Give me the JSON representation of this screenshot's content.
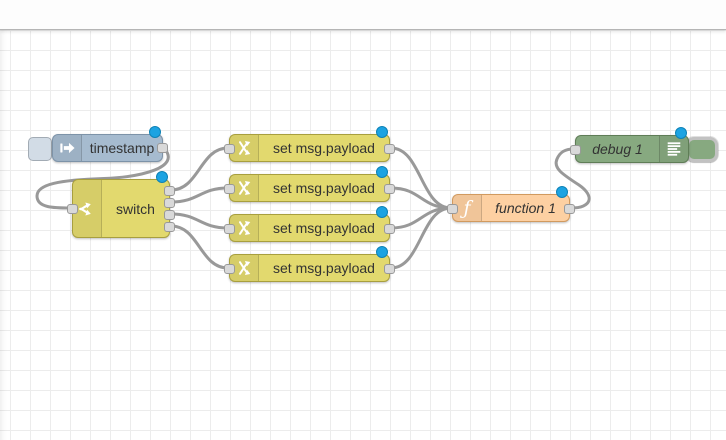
{
  "editor": {
    "kind": "flow-editor-workspace",
    "grid_visible": true
  },
  "nodes": [
    {
      "id": "inject",
      "type": "inject",
      "label": "timestamp",
      "color": "#a6bbcf",
      "icon": "inject-arrow-icon",
      "has_button": true,
      "inputs": 0,
      "outputs": 1,
      "changed": true
    },
    {
      "id": "switch",
      "type": "switch",
      "label": "switch",
      "color": "#e2d96e",
      "icon": "switch-fork-icon",
      "inputs": 1,
      "outputs": 4,
      "changed": true
    },
    {
      "id": "change1",
      "type": "change",
      "label": "set msg.payload",
      "color": "#e2d96e",
      "icon": "shuffle-icon",
      "inputs": 1,
      "outputs": 1,
      "changed": true
    },
    {
      "id": "change2",
      "type": "change",
      "label": "set msg.payload",
      "color": "#e2d96e",
      "icon": "shuffle-icon",
      "inputs": 1,
      "outputs": 1,
      "changed": true
    },
    {
      "id": "change3",
      "type": "change",
      "label": "set msg.payload",
      "color": "#e2d96e",
      "icon": "shuffle-icon",
      "inputs": 1,
      "outputs": 1,
      "changed": true
    },
    {
      "id": "change4",
      "type": "change",
      "label": "set msg.payload",
      "color": "#e2d96e",
      "icon": "shuffle-icon",
      "inputs": 1,
      "outputs": 1,
      "changed": true
    },
    {
      "id": "function",
      "type": "function",
      "label": "function 1",
      "color": "#fdd0a2",
      "icon": "function-f-icon",
      "inputs": 1,
      "outputs": 1,
      "changed": true
    },
    {
      "id": "debug",
      "type": "debug",
      "label": "debug 1",
      "color": "#87a980",
      "icon": "debug-output-icon",
      "has_enable_toggle": true,
      "inputs": 1,
      "outputs": 0,
      "changed": true
    }
  ],
  "connections": [
    {
      "from": "timestamp",
      "to": "switch"
    },
    {
      "from": "switch (output 1)",
      "to": "set msg.payload (1)"
    },
    {
      "from": "switch (output 2)",
      "to": "set msg.payload (2)"
    },
    {
      "from": "switch (output 3)",
      "to": "set msg.payload (3)"
    },
    {
      "from": "switch (output 4)",
      "to": "set msg.payload (4)"
    },
    {
      "from": "set msg.payload (1)",
      "to": "function 1"
    },
    {
      "from": "set msg.payload (2)",
      "to": "function 1"
    },
    {
      "from": "set msg.payload (3)",
      "to": "function 1"
    },
    {
      "from": "set msg.payload (4)",
      "to": "function 1"
    },
    {
      "from": "function 1",
      "to": "debug 1"
    }
  ],
  "colors": {
    "inject_node": "#a6bbcf",
    "switch_node": "#e2d96e",
    "change_node": "#e2d96e",
    "function_node": "#fdd0a2",
    "debug_node": "#87a980",
    "wire": "#999999",
    "port_fill": "#d9d9d9",
    "port_border": "#999999",
    "changed_dot": "#1ca3e2",
    "grid_line": "#ececec",
    "canvas_bg": "#ffffff"
  }
}
